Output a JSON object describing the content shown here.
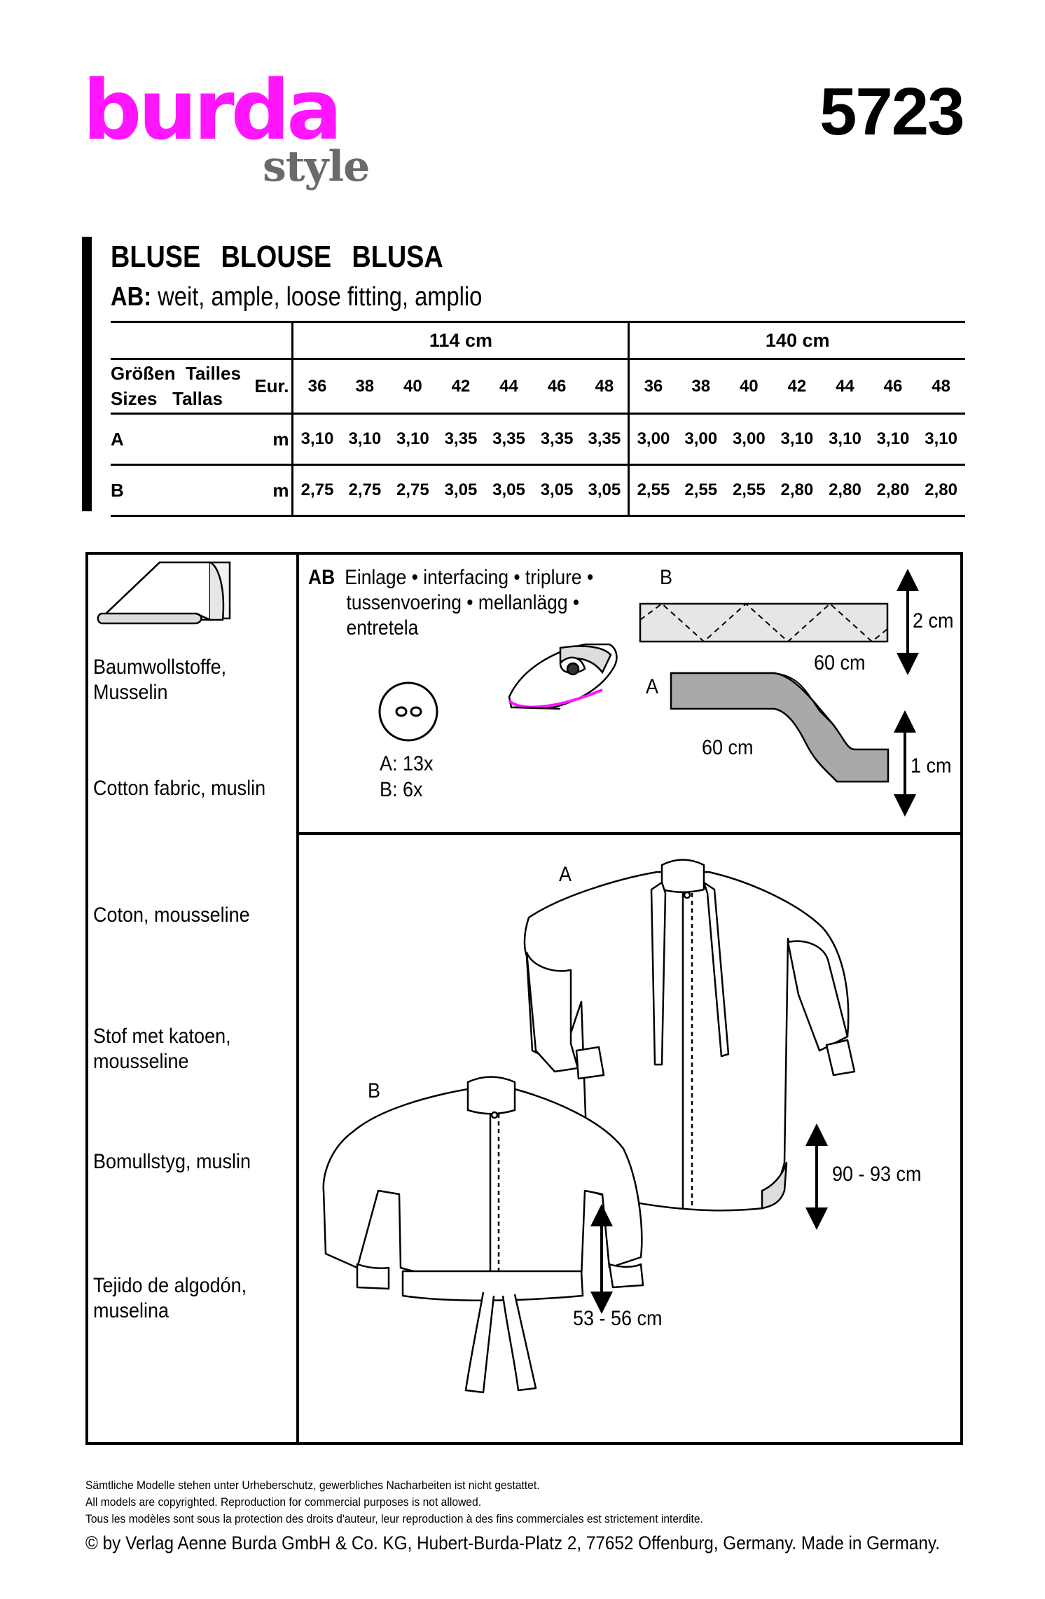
{
  "header": {
    "brand": "burda",
    "brand_sub": "style",
    "brand_color": "#ff16ff",
    "pattern_number": "5723"
  },
  "title": {
    "de": "BLUSE",
    "en": "BLOUSE",
    "es": "BLUSA",
    "fit_label": "AB:",
    "fit_text": "weit, ample, loose fitting, amplio"
  },
  "size_table": {
    "width_headers": [
      "114 cm",
      "140 cm"
    ],
    "size_label_line1": "Größen  Tailles",
    "size_label_line2": "Sizes   Tallas",
    "eur_label": "Eur.",
    "sizes": [
      "36",
      "38",
      "40",
      "42",
      "44",
      "46",
      "48",
      "36",
      "38",
      "40",
      "42",
      "44",
      "46",
      "48"
    ],
    "rows": [
      {
        "view": "A",
        "unit": "m",
        "values": [
          "3,10",
          "3,10",
          "3,10",
          "3,35",
          "3,35",
          "3,35",
          "3,35",
          "3,00",
          "3,00",
          "3,00",
          "3,10",
          "3,10",
          "3,10",
          "3,10"
        ]
      },
      {
        "view": "B",
        "unit": "m",
        "values": [
          "2,75",
          "2,75",
          "2,75",
          "3,05",
          "3,05",
          "3,05",
          "3,05",
          "2,55",
          "2,55",
          "2,55",
          "2,80",
          "2,80",
          "2,80",
          "2,80"
        ]
      }
    ]
  },
  "fabrics": [
    {
      "line1": "Baumwollstoffe,",
      "line2": "Musselin"
    },
    {
      "line1": "Cotton fabric, muslin",
      "line2": ""
    },
    {
      "line1": "Coton, mousseline",
      "line2": ""
    },
    {
      "line1": "Stof met katoen,",
      "line2": "mousseline"
    },
    {
      "line1": "Bomullstyg, muslin",
      "line2": ""
    },
    {
      "line1": "Tejido de algodón,",
      "line2": "muselina"
    }
  ],
  "notions": {
    "views": "AB",
    "line1": "Einlage • interfacing • triplure •",
    "line2": "tussenvoering • mellanlägg •",
    "line3": "entretela",
    "buttons_a": "A: 13x",
    "buttons_b": "B: 6x",
    "strip_b_label": "B",
    "strip_b_length": "60 cm",
    "strip_b_width": "2 cm",
    "strip_a_label": "A",
    "strip_a_length": "60 cm",
    "strip_a_width": "1 cm"
  },
  "garments": {
    "view_a": "A",
    "view_b": "B",
    "length_a": "90 - 93 cm",
    "length_b": "53 - 56 cm"
  },
  "icons": [
    "fabric-bolt-icon",
    "button-icon",
    "iron-icon",
    "interfacing-strip-icon",
    "double-arrow-icon"
  ],
  "footer": {
    "de": "Sämtliche Modelle stehen unter Urheberschutz, gewerbliches Nacharbeiten ist nicht gestattet.",
    "en": "All models are copyrighted. Reproduction for commercial purposes is not allowed.",
    "fr": "Tous les modèles sont sous la protection des droits d'auteur, leur reproduction à des fins commerciales est strictement interdite.",
    "copyright": "© by Verlag Aenne Burda GmbH & Co. KG, Hubert-Burda-Platz 2, 77652 Offenburg, Germany. Made in Germany."
  }
}
